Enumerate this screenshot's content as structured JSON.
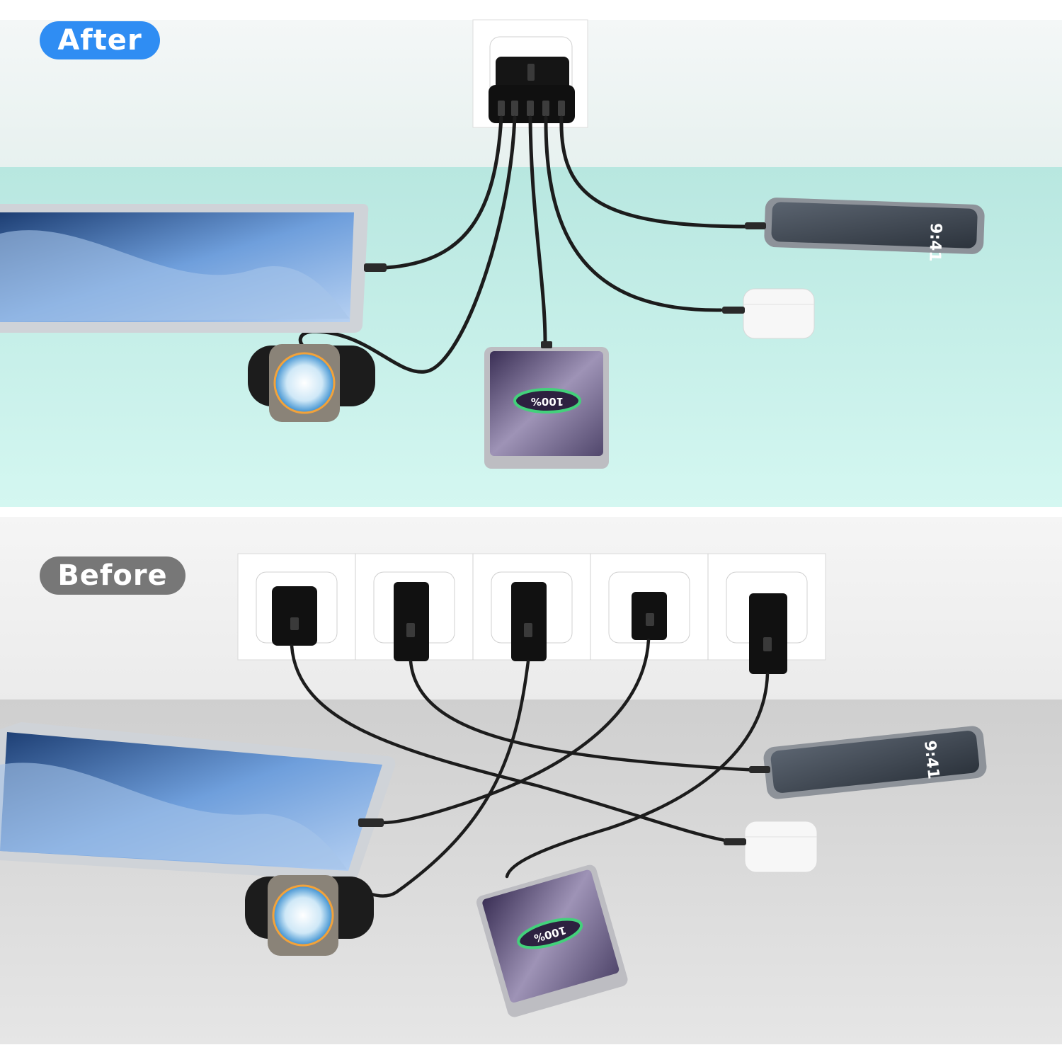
{
  "labels": {
    "after": "After",
    "before": "Before"
  },
  "device_text": {
    "phone_time": "9:41",
    "battery_level": "100%"
  },
  "colors": {
    "after_badge": "#2f8df3",
    "before_badge": "#777777",
    "after_floor": "#c5f1ea",
    "before_floor": "#dedede",
    "cable": "#1c1c1c"
  }
}
